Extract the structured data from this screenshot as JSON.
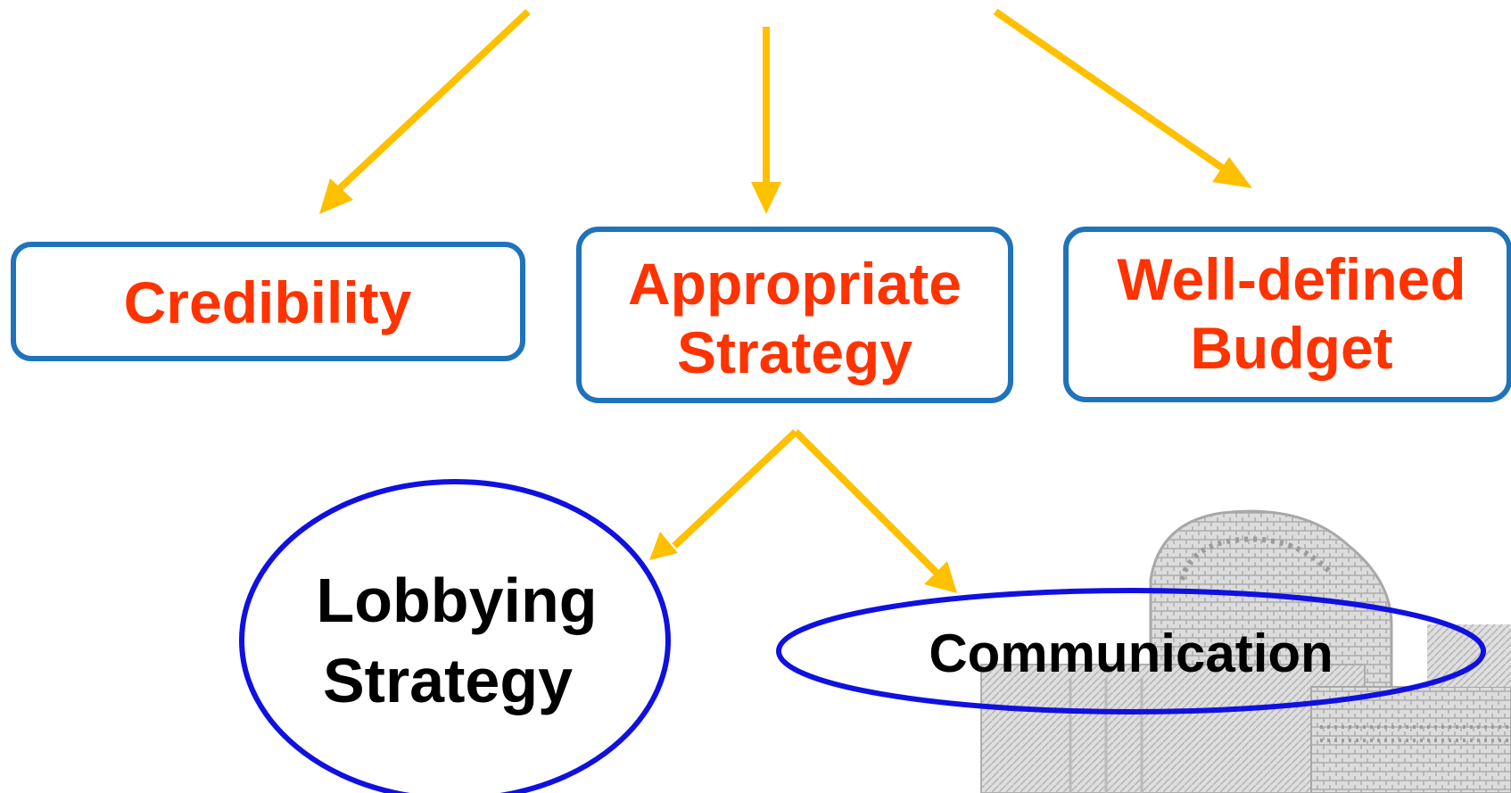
{
  "colors": {
    "arrow": "#FFC000",
    "box_border": "#1F73BA",
    "box_text": "#FF3300",
    "ellipse_border": "#1010E0",
    "ellipse_text": "#000000",
    "watermark": "#BDBDBD"
  },
  "diagram": {
    "boxes": {
      "credibility": {
        "label": "Credibility"
      },
      "appropriate_strategy": {
        "line1": "Appropriate",
        "line2": "Strategy"
      },
      "well_defined_budget": {
        "line1": "Well-defined",
        "line2": "Budget"
      }
    },
    "ellipses": {
      "lobbying_strategy": {
        "line1": "Lobbying",
        "line2": "Strategy"
      },
      "communication": {
        "label": "Communication"
      }
    },
    "watermark": "building-sketch"
  }
}
